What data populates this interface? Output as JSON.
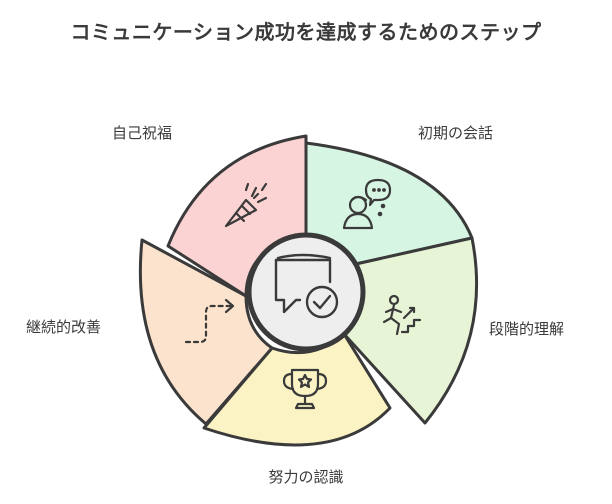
{
  "title": "コミュニケーション成功を達成するためのステップ",
  "steps": [
    {
      "label": "初期の会話",
      "icon": "chat-person-icon",
      "color": "#d7f5e3"
    },
    {
      "label": "段階的理解",
      "icon": "climbing-stairs-icon",
      "color": "#e8f4d6"
    },
    {
      "label": "努力の認識",
      "icon": "trophy-icon",
      "color": "#fbf3c4"
    },
    {
      "label": "継続的改善",
      "icon": "dashed-arrow-icon",
      "color": "#fbe3cd"
    },
    {
      "label": "自己祝福",
      "icon": "party-popper-icon",
      "color": "#fcd3d3"
    }
  ],
  "center": {
    "icon": "message-check-icon",
    "color": "#eeeeee"
  }
}
